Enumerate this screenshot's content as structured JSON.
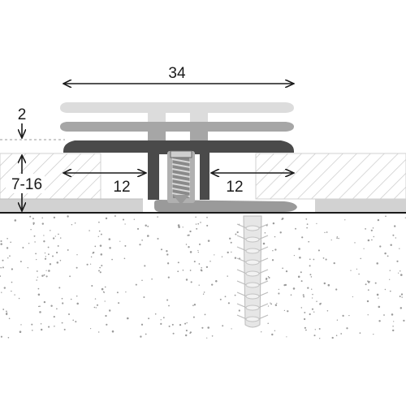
{
  "dimensions": {
    "overall_width": "34",
    "height_offset": "2",
    "floor_thickness": "7-16",
    "left_gap": "12",
    "right_gap": "12"
  },
  "colors": {
    "profile_dark": "#4a4a4a",
    "profile_mid": "#9a9a9a",
    "profile_light": "#d4d4d4",
    "hatch": "#c8c8c8",
    "screed_dots": "#9a9a9a",
    "line": "#1a1a1a"
  }
}
